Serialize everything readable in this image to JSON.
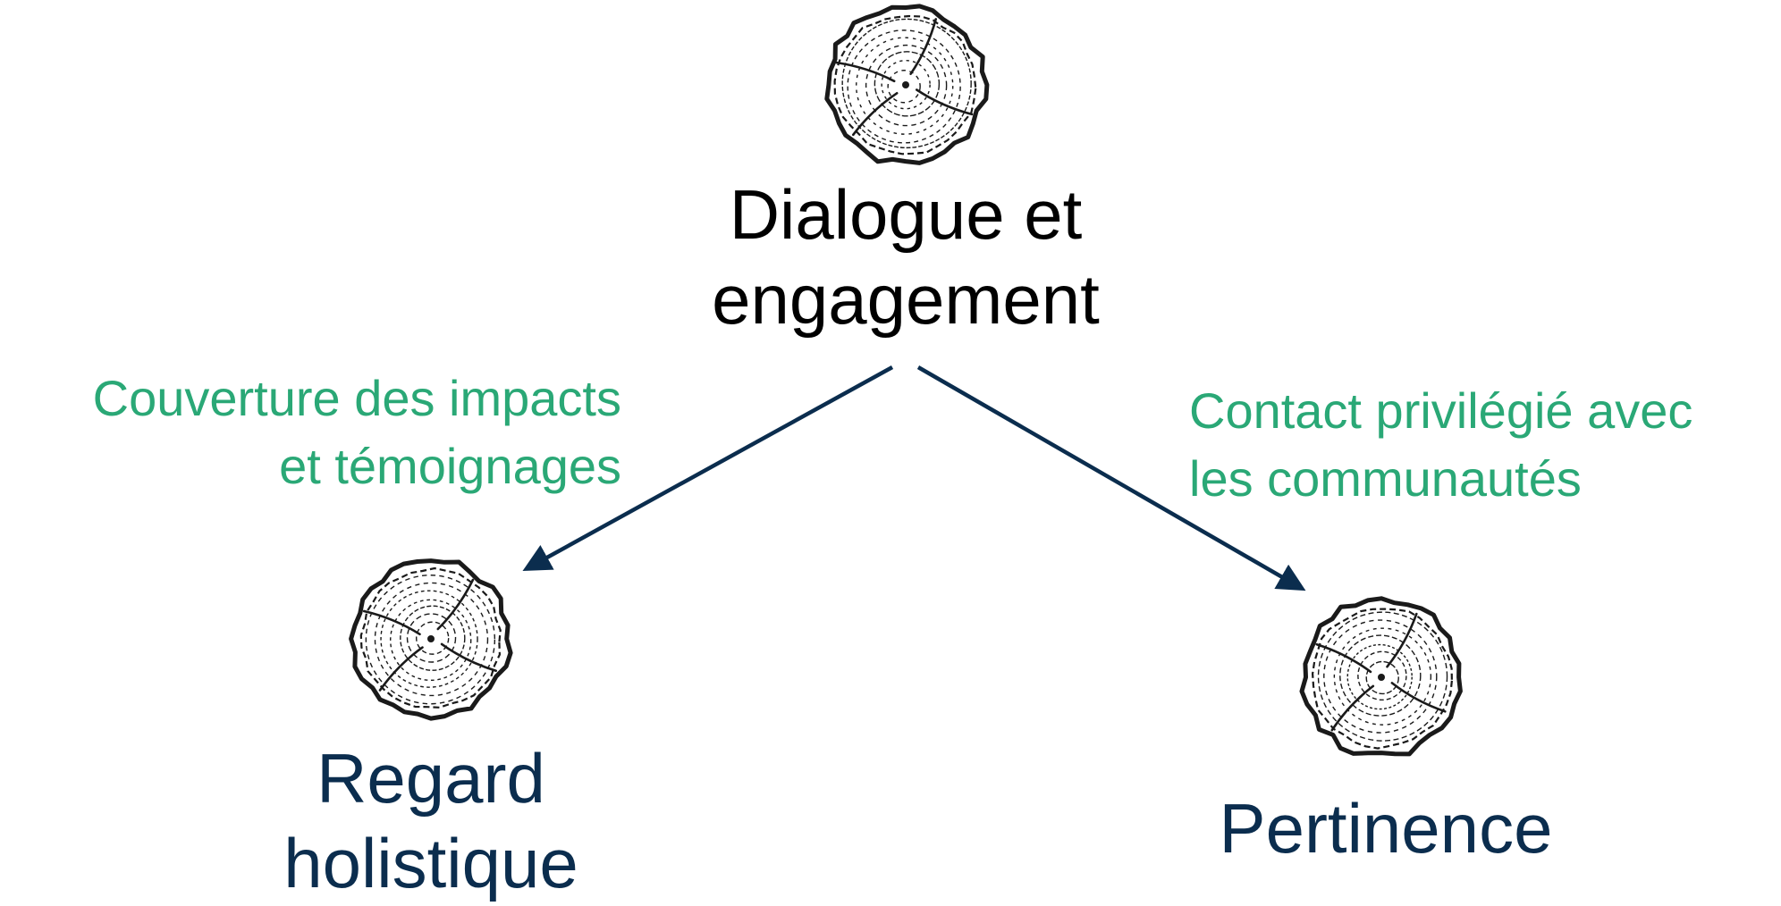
{
  "colors": {
    "top_title": "#000000",
    "bottom_title": "#0b2d4e",
    "edge_label": "#2aa876",
    "arrow": "#0b2d4e",
    "log_ink": "#1a1a1a"
  },
  "nodes": {
    "top": {
      "icon": "tree-ring-log-icon",
      "title_lines": [
        "Dialogue et",
        "engagement"
      ]
    },
    "left": {
      "icon": "tree-ring-log-icon",
      "title_lines": [
        "Regard",
        "holistique"
      ]
    },
    "right": {
      "icon": "tree-ring-log-icon",
      "title_lines": [
        "Pertinence"
      ]
    }
  },
  "edges": {
    "left": {
      "from": "top",
      "to": "left",
      "label_lines": [
        "Couverture des impacts",
        "et témoignages"
      ]
    },
    "right": {
      "from": "top",
      "to": "right",
      "label_lines": [
        "Contact privilégié avec",
        "les communautés"
      ]
    }
  }
}
